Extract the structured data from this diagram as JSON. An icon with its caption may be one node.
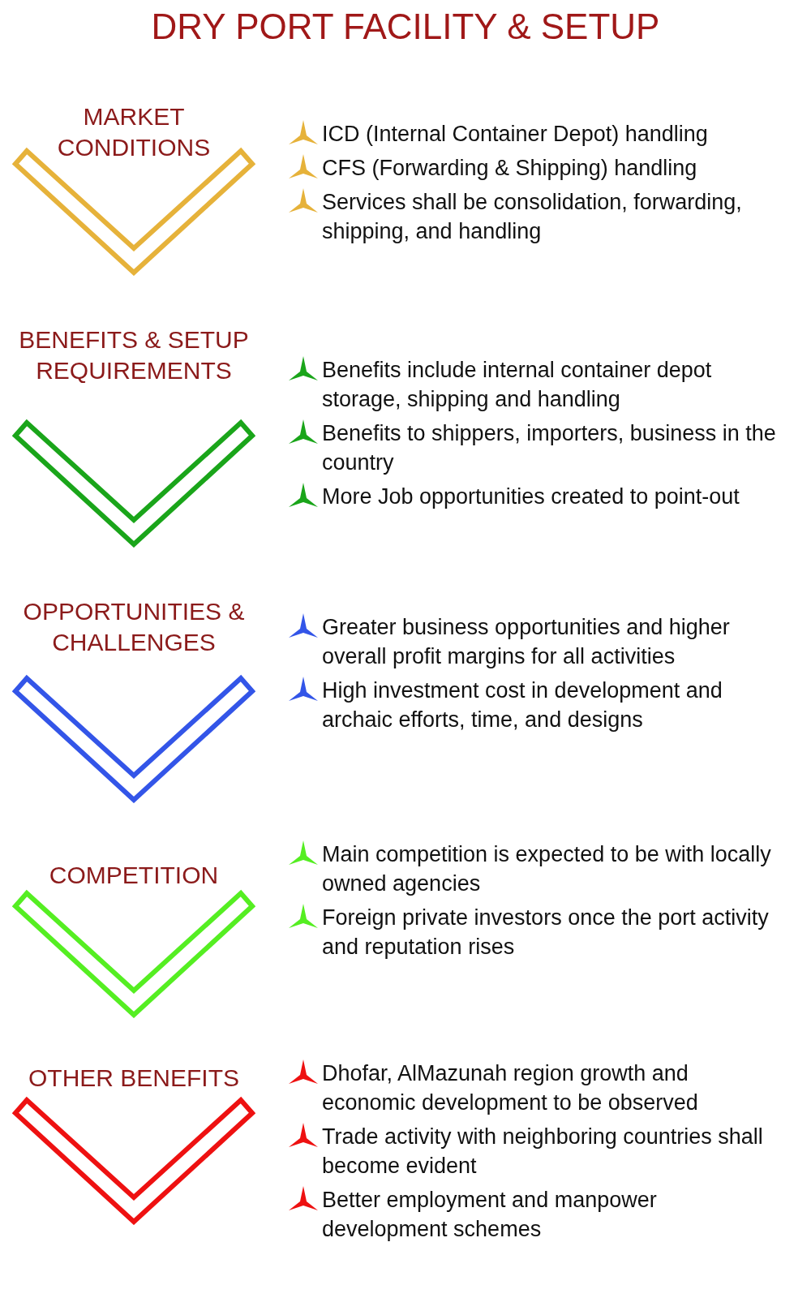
{
  "diagram": {
    "title": "DRY PORT FACILITY & SETUP",
    "nodes": [
      {
        "text": [
          "MARKET CONDITIONS"
        ],
        "beside": [
          "ICD (Internal Container Depot) handling",
          "CFS (Forwarding & Shipping) handling",
          "Services shall be consolidation, forwarding, shipping, and handling"
        ]
      },
      {
        "text": [
          "BENEFITS & SETUP REQUIREMENTS"
        ],
        "beside": [
          "Benefits include internal container depot storage, shipping and handling",
          "Benefits to shippers, importers, business in the country",
          "More Job opportunities created to point-out"
        ]
      },
      {
        "text": [
          "OPPORTUNITIES & CHALLENGES"
        ],
        "beside": [
          "Greater business opportunities and higher overall profit margins for all activities",
          "High investment cost in development and archaic efforts, time, and designs"
        ]
      },
      {
        "text": [
          "COMPETITION"
        ],
        "beside": [
          "Main competition is expected to be with locally owned agencies",
          "Foreign private investors once the port activity and reputation rises"
        ]
      },
      {
        "text": [
          "OTHER BENEFITS"
        ],
        "beside": [
          "Dhofar, AlMazunah region growth and economic development to be observed",
          "Trade activity with neighboring countries shall become evident",
          "Better employment and manpower development schemes"
        ]
      }
    ]
  }
}
